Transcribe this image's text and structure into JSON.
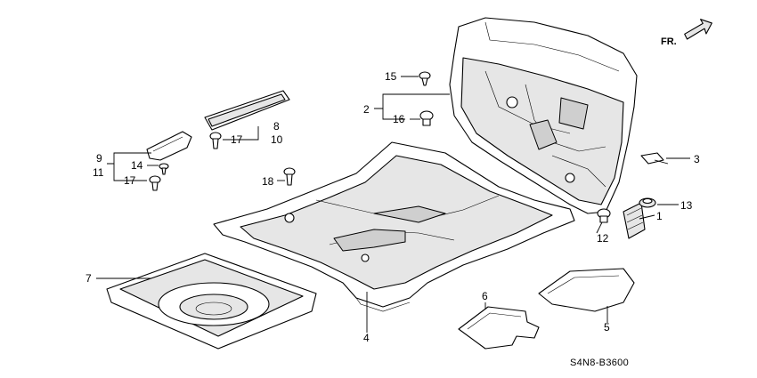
{
  "diagram": {
    "code": "S4N8-B3600",
    "direction": "FR.",
    "callouts": [
      "1",
      "2",
      "3",
      "4",
      "5",
      "6",
      "7",
      "8",
      "10",
      "9",
      "11",
      "12",
      "13",
      "14",
      "15",
      "16",
      "17",
      "17",
      "18"
    ]
  }
}
